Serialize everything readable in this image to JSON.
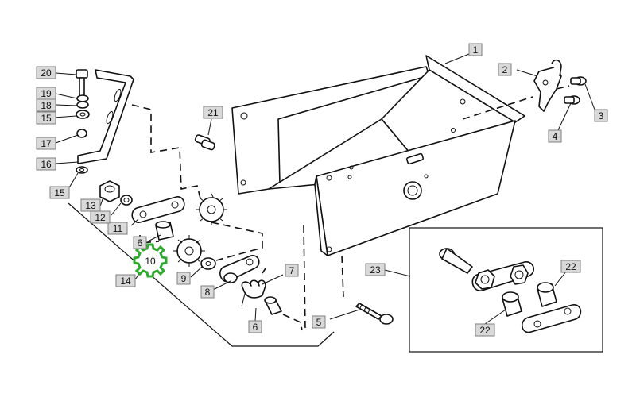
{
  "callouts": {
    "c1": "1",
    "c2": "2",
    "c3": "3",
    "c4": "4",
    "c5": "5",
    "c6a": "6",
    "c6b": "6",
    "c7": "7",
    "c8": "8",
    "c9": "9",
    "c10": "10",
    "c11": "11",
    "c12": "12",
    "c13": "13",
    "c14": "14",
    "c15a": "15",
    "c15b": "15",
    "c16": "16",
    "c17": "17",
    "c18": "18",
    "c19": "19",
    "c20": "20",
    "c21": "21",
    "c22a": "22",
    "c22b": "22",
    "c23": "23"
  },
  "highlight": {
    "part": "10",
    "color": "#2fa82f"
  },
  "label_fill": "#d9d9d9",
  "label_border": "#7f7f7f"
}
